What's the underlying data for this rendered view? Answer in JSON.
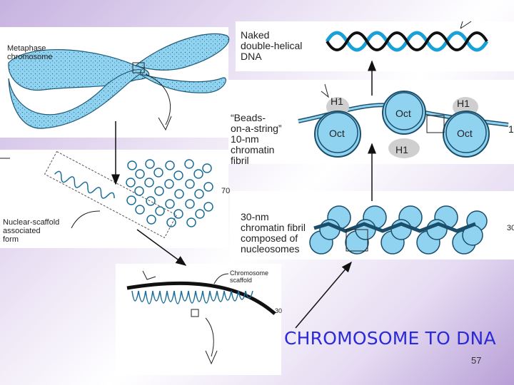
{
  "slide": {
    "title": "CHROMOSOME TO DNA",
    "page_number": "57"
  },
  "labels": {
    "metaphase": "Metaphase\nchromosome",
    "nuclear_scaffold": "Nuclear-scaffold\nassociated\nform",
    "chromosome_scaffold": "Chromosome\nscaffold",
    "naked_dna": "Naked\ndouble-helical\nDNA",
    "beads": "“Beads-\non-a-string”\n10-nm\nchromatin\nfibril",
    "fiber30": "30-nm\nchromatin fibril\ncomposed of\nnucleosomes",
    "h1_left": "H1",
    "h1_right": "H1",
    "h1_bottom": "H1",
    "oct_center": "Oct",
    "oct_left": "Oct",
    "oct_right": "Oct",
    "edge_70": "70",
    "edge_30a": "30",
    "edge_30b": "30",
    "edge_1": "1"
  },
  "colors": {
    "accent_blue": "#8fd3f0",
    "dna_blue": "#1aa0d8",
    "title_blue": "#2a2ad8"
  }
}
